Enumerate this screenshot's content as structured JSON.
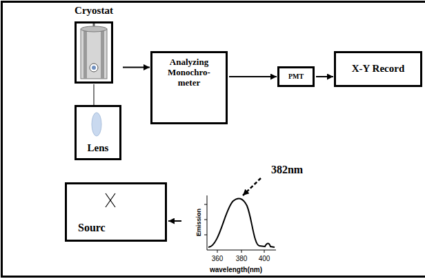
{
  "diagram": {
    "nodes": [
      {
        "text": [
          "Cryostat"
        ]
      },
      {
        "text": [
          "Analyzing Monochro- meter"
        ]
      },
      {
        "text": [
          "PMT"
        ]
      },
      {
        "text": [
          "X-Y Record"
        ]
      },
      {
        "text": [
          "Lens"
        ]
      },
      {
        "text": [
          "Sourc"
        ]
      }
    ],
    "edges": [
      {
        "from": 0,
        "to": 1,
        "arrow": "to"
      },
      {
        "from": 1,
        "to": 2,
        "arrow": "to"
      },
      {
        "from": 2,
        "to": 3,
        "arrow": "to"
      },
      {
        "from": 4,
        "to": 0,
        "arrow": "none"
      }
    ],
    "labels": [
      "382nm",
      "Emission",
      "360",
      "380",
      "400",
      "wavelength(nm)"
    ]
  }
}
